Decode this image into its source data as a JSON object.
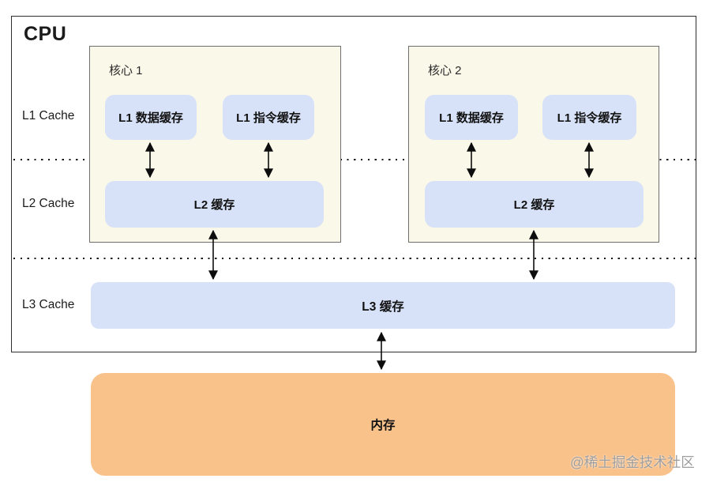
{
  "diagram": {
    "title": "CPU",
    "row_labels": {
      "l1": "L1 Cache",
      "l2": "L2 Cache",
      "l3": "L3 Cache"
    },
    "cores": [
      {
        "label": "核心 1",
        "l1_data_label": "L1 数据缓存",
        "l1_inst_label": "L1 指令缓存",
        "l2_label": "L2 缓存"
      },
      {
        "label": "核心 2",
        "l1_data_label": "L1 数据缓存",
        "l1_inst_label": "L1 指令缓存",
        "l2_label": "L2 缓存"
      }
    ],
    "l3_label": "L3 缓存",
    "memory_label": "内存",
    "watermark": "@稀土掘金技术社区",
    "colors": {
      "cache_fill": "#D7E2F8",
      "core_fill": "#FAF8E9",
      "memory_fill": "#F9C28B",
      "cpu_border": "#2E2E2E",
      "watermark_text": "#9E9E9E"
    }
  }
}
